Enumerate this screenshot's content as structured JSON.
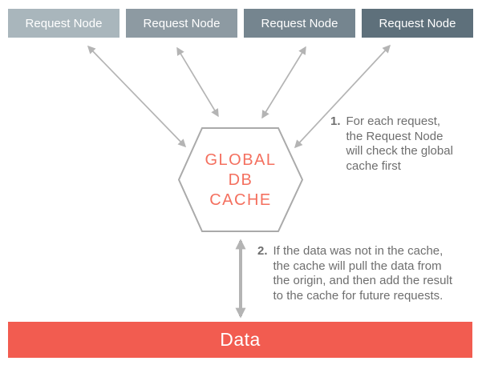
{
  "diagram_title": "global-db-cache-architecture",
  "colors": {
    "arrow": "#b4b4b4",
    "hexagon_stroke": "#aaaaaa",
    "hexagon_fill": "#ffffff",
    "cache_text": "#f4705f",
    "data_bar_fill": "#f25c50",
    "data_bar_text": "#ffffff",
    "node_text": "#ffffff",
    "annotation_text": "#6e6e6e"
  },
  "request_nodes": [
    {
      "label": "Request Node",
      "fill": "#a9b6bc"
    },
    {
      "label": "Request Node",
      "fill": "#8d9aa2"
    },
    {
      "label": "Request Node",
      "fill": "#75858f"
    },
    {
      "label": "Request Node",
      "fill": "#5e707b"
    }
  ],
  "cache": {
    "lines": [
      "GLOBAL",
      "DB",
      "CACHE"
    ]
  },
  "data_bar": {
    "label": "Data"
  },
  "annotations": [
    {
      "number": "1.",
      "lines": [
        "For each request,",
        "the Request Node",
        "will check the global",
        "cache first"
      ]
    },
    {
      "number": "2.",
      "lines": [
        "If the data was not in the cache,",
        "the cache will pull the data from",
        "the origin, and then add the result",
        "to the cache for future requests."
      ]
    }
  ]
}
